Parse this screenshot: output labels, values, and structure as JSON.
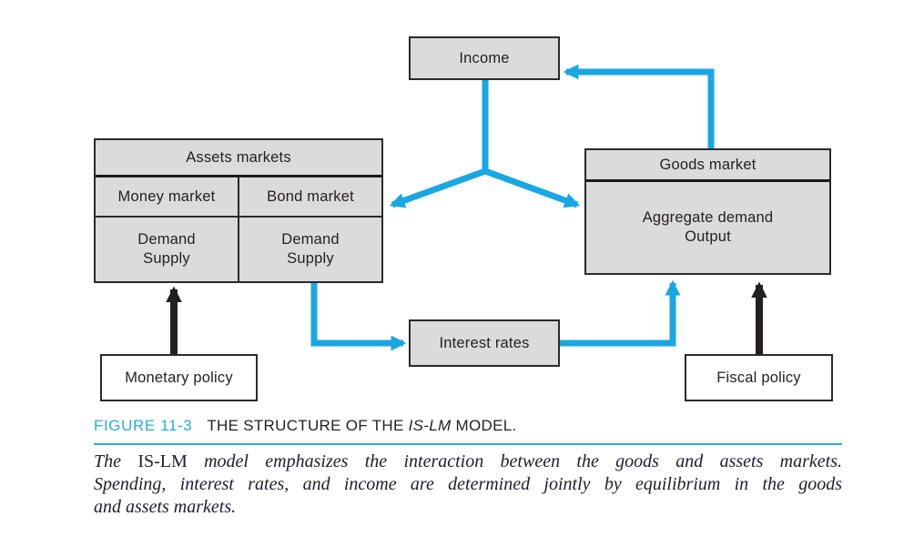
{
  "diagram": {
    "income": {
      "label": "Income"
    },
    "assets": {
      "header": "Assets markets",
      "columns": [
        {
          "title": "Money market",
          "lines": [
            "Demand",
            "Supply"
          ]
        },
        {
          "title": "Bond market",
          "lines": [
            "Demand",
            "Supply"
          ]
        }
      ]
    },
    "goods": {
      "header": "Goods market",
      "line1": "Aggregate demand",
      "line2": "Output"
    },
    "interest": {
      "label": "Interest rates"
    },
    "monetary": {
      "label": "Monetary policy"
    },
    "fiscal": {
      "label": "Fiscal policy"
    },
    "colors": {
      "arrow_blue": "#19A7E2",
      "arrow_black": "#231F20",
      "box_fill": "#DBDBDB",
      "box_border": "#2A2A2A",
      "caption_accent": "#29ABE2"
    }
  },
  "caption": {
    "figure_label": "FIGURE 11-3",
    "title_pre": "THE STRUCTURE OF THE ",
    "title_italic": "IS-LM",
    "title_post": " MODEL."
  },
  "description": {
    "line1_pre": "The ",
    "line1_roman": "IS-LM",
    "line1_post": " model emphasizes the interaction between the goods and assets markets.",
    "line2": "Spending, interest rates, and income are determined jointly by equilibrium in the goods",
    "line3": "and assets markets."
  }
}
